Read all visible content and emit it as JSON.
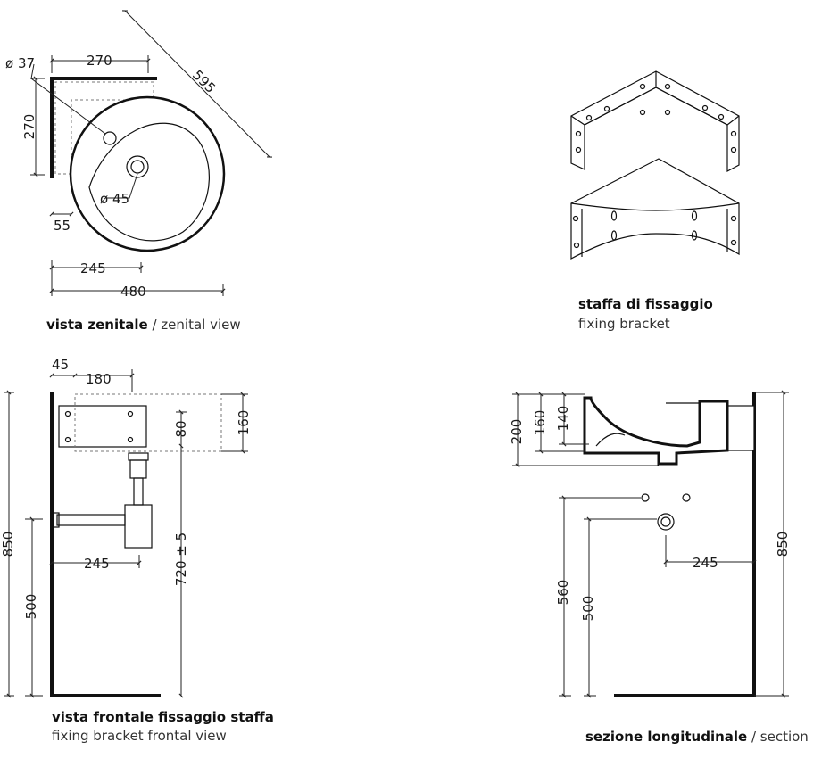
{
  "captions": {
    "zenital_bold": "vista zenitale",
    "zenital_rest": " / zenital view",
    "bracket_bold": "staffa di fissaggio",
    "bracket_rest": "fixing bracket",
    "frontal_bold": "vista frontale fissaggio staffa",
    "frontal_rest": "fixing bracket frontal view",
    "section_bold": "sezione longitudinale",
    "section_rest": " / section"
  },
  "top_view": {
    "d_hole": "ø 37",
    "w270": "270",
    "h270": "270",
    "diag595": "595",
    "d_drain": "ø 45",
    "w55": "55",
    "w245": "245",
    "w480": "480"
  },
  "front_view": {
    "w45": "45",
    "w180": "180",
    "h160": "160",
    "h80": "80",
    "h720": "720 ± 5",
    "h850": "850",
    "h500": "500",
    "w245": "245"
  },
  "section_view": {
    "h200": "200",
    "h160": "160",
    "h140": "140",
    "h560": "560",
    "h500": "500",
    "w245": "245",
    "h850": "850"
  },
  "colors": {
    "line": "#111111",
    "dim": "#222222",
    "fill": "#ffffff"
  }
}
